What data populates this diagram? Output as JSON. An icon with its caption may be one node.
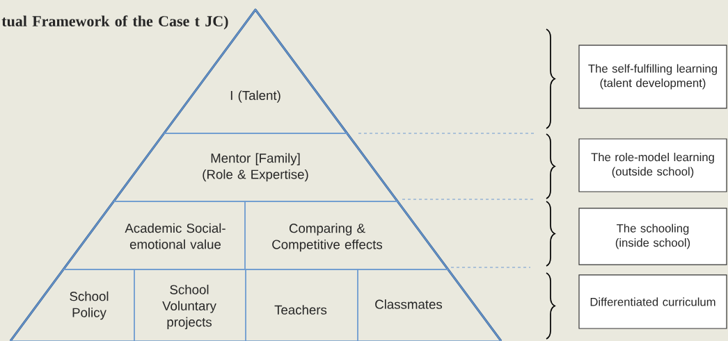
{
  "diagram": {
    "title": "tual Framework of the Case t JC)",
    "nodes": [
      {
        "text": [
          "I (Talent)"
        ]
      },
      {
        "text": [
          "Mentor [Family] (Role & Expertise)"
        ]
      },
      {
        "text": [
          "Academic Social-emotional value"
        ]
      },
      {
        "text": [
          "Comparing & Competitive effects"
        ]
      },
      {
        "text": [
          "School Policy"
        ]
      },
      {
        "text": [
          "School Voluntary projects"
        ]
      },
      {
        "text": [
          "Teachers"
        ]
      },
      {
        "text": [
          "Classmates"
        ]
      },
      {
        "text": [
          "The self-fulfilling learning (talent development)"
        ]
      },
      {
        "text": [
          "The role-model learning (outside school)"
        ]
      },
      {
        "text": [
          "The schooling (inside school)"
        ]
      },
      {
        "text": [
          "Differentiated curriculum"
        ]
      }
    ]
  }
}
